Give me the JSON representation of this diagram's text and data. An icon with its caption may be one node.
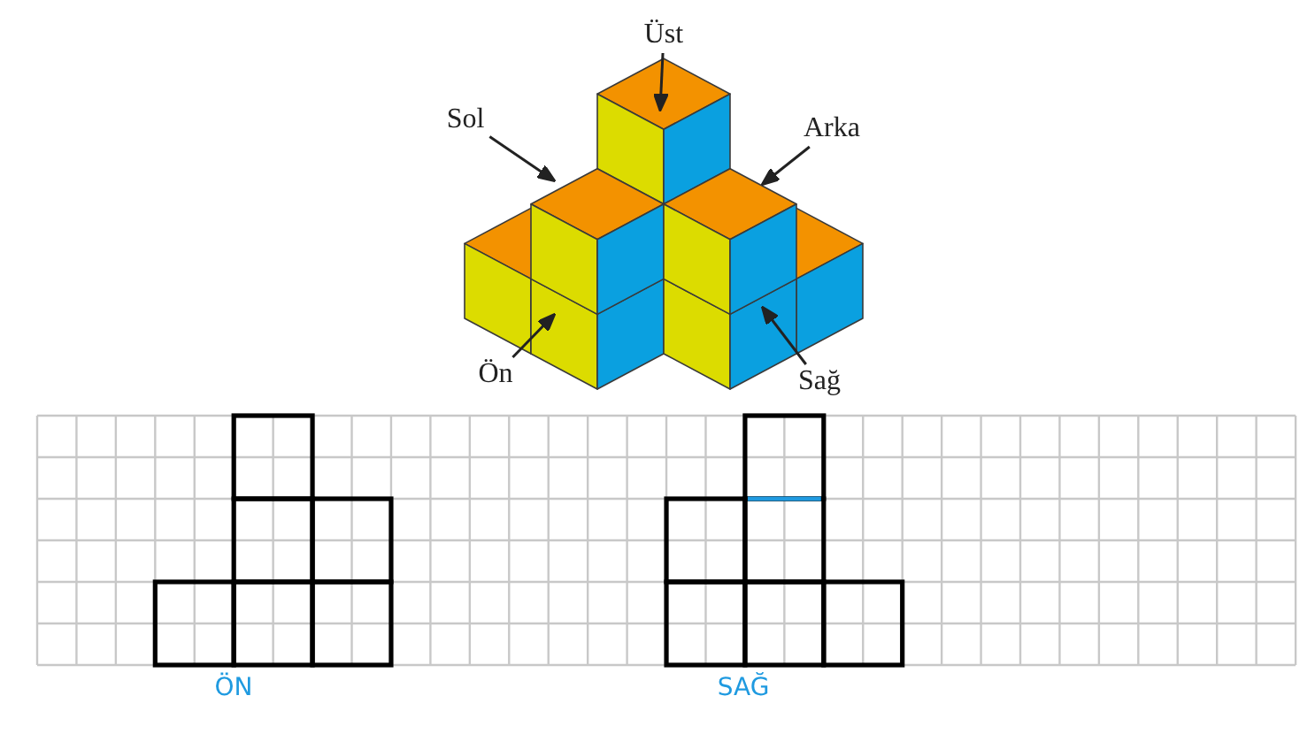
{
  "diagram": {
    "nodes": [
      {
        "text": [
          "Üst"
        ]
      },
      {
        "text": [
          "Sol"
        ]
      },
      {
        "text": [
          "Arka"
        ]
      },
      {
        "text": [
          "Ön"
        ]
      },
      {
        "text": [
          "Sağ"
        ]
      }
    ],
    "edges": [
      {
        "from": 0,
        "to": null,
        "arrow": "to"
      },
      {
        "from": 1,
        "to": null,
        "arrow": "to"
      },
      {
        "from": 2,
        "to": null,
        "arrow": "to"
      },
      {
        "from": 3,
        "to": null,
        "arrow": "to"
      },
      {
        "from": 4,
        "to": null,
        "arrow": "to"
      }
    ],
    "labels": [
      "ÖN",
      "SAĞ"
    ]
  }
}
